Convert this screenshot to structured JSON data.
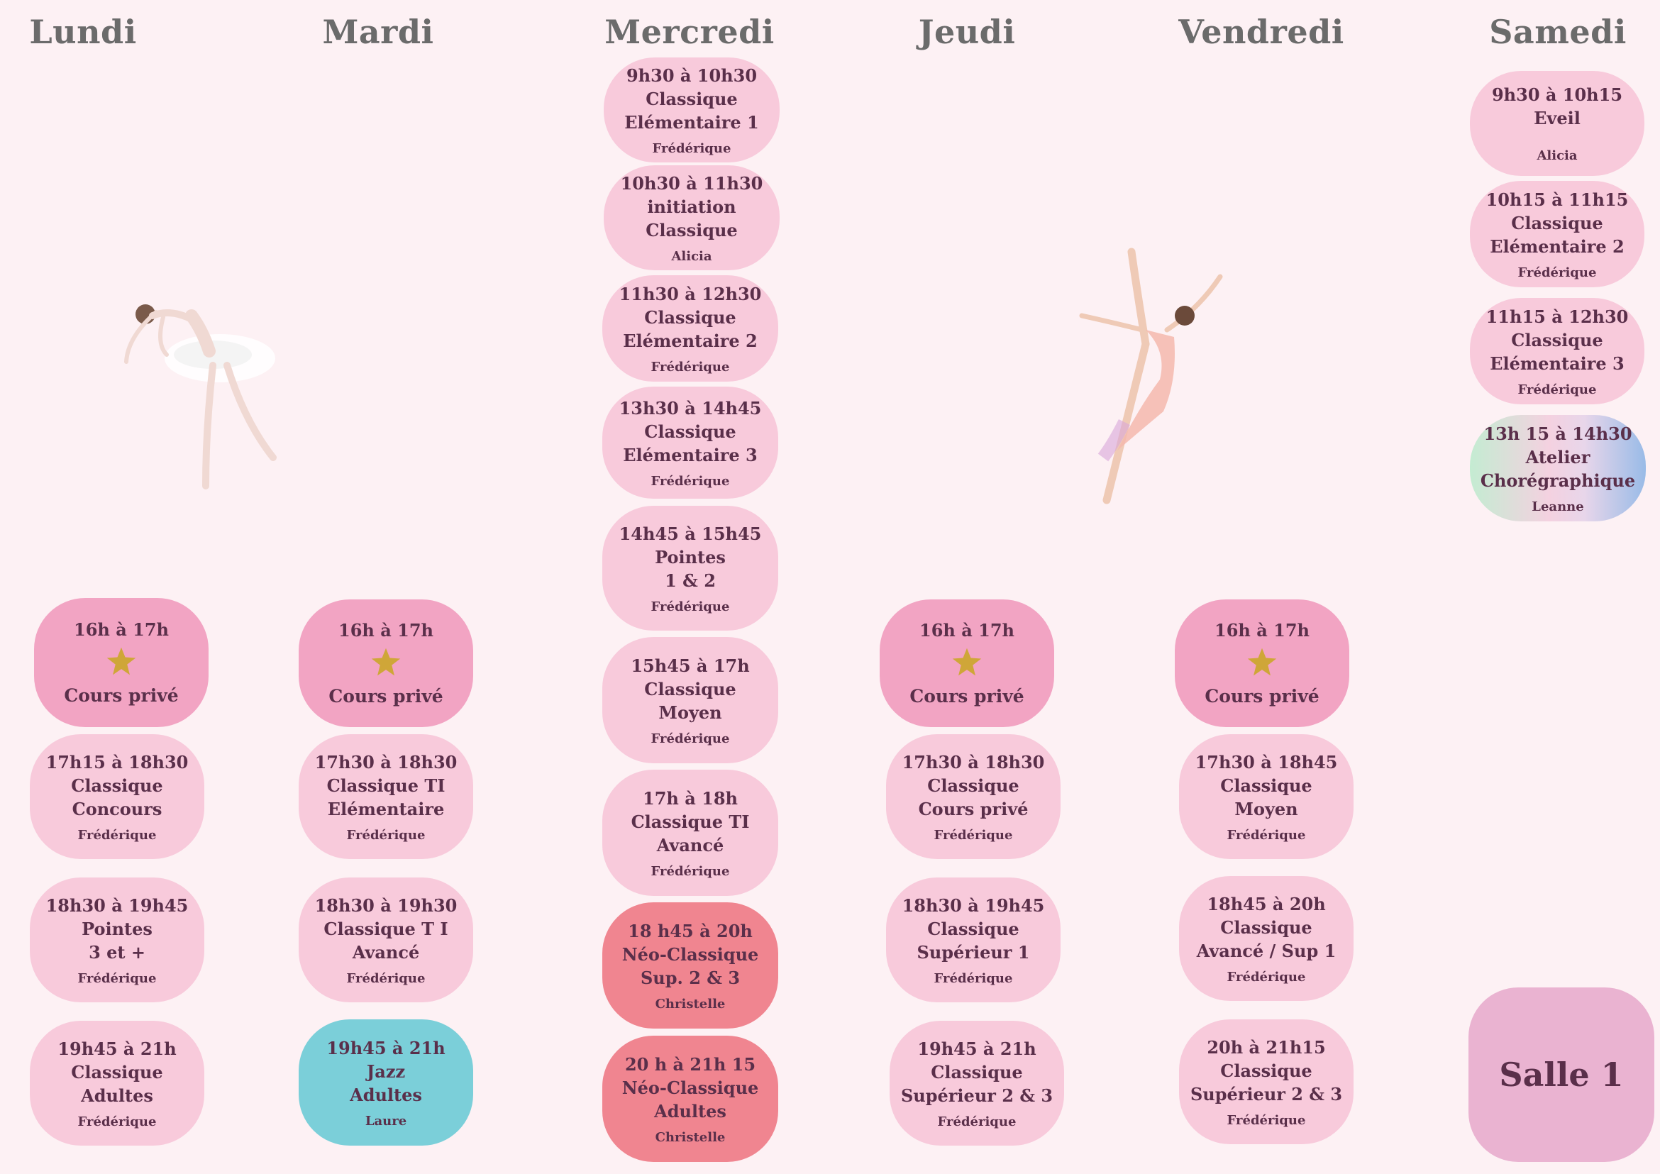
{
  "days": [
    "Lundi",
    "Mardi",
    "Mercredi",
    "Jeudi",
    "Vendredi",
    "Samedi"
  ],
  "private_label": "Cours privé",
  "room_label": "Salle 1",
  "colors": {
    "background": "#fdf1f4",
    "class_pill": "#f8cadb",
    "private_pill": "#f2a4c3",
    "jazz_pill": "#7bcfd9",
    "neo_classique_pill": "#f08590",
    "room_badge": "#eab3d1",
    "text": "#5a2f4a"
  },
  "icons": [
    "gold-star-icon",
    "ballerina-tutu-image",
    "ballerina-leap-image"
  ],
  "schedule": {
    "lundi": [
      {
        "time": "16h à 17h",
        "l2": "Cours privé"
      },
      {
        "time": "17h15 à 18h30",
        "l1": "Classique",
        "l2": "Concours",
        "teacher": "Frédérique"
      },
      {
        "time": "18h30 à 19h45",
        "l1": "Pointes",
        "l2": "3 et +",
        "teacher": "Frédérique"
      },
      {
        "time": "19h45 à 21h",
        "l1": "Classique",
        "l2": "Adultes",
        "teacher": "Frédérique"
      }
    ],
    "mardi": [
      {
        "time": "16h à 17h",
        "l2": "Cours privé"
      },
      {
        "time": "17h30 à 18h30",
        "l1": "Classique TI",
        "l2": "Elémentaire",
        "teacher": "Frédérique"
      },
      {
        "time": "18h30 à 19h30",
        "l1": "Classique T I",
        "l2": "Avancé",
        "teacher": "Frédérique"
      },
      {
        "time": "19h45 à 21h",
        "l1": "Jazz",
        "l2": "Adultes",
        "teacher": "Laure"
      }
    ],
    "mercredi": [
      {
        "time": "9h30 à 10h30",
        "l1": "Classique",
        "l2": "Elémentaire 1",
        "teacher": "Frédérique"
      },
      {
        "time": "10h30 à 11h30",
        "l1": "initiation",
        "l2": "Classique",
        "teacher": "Alicia"
      },
      {
        "time": "11h30 à 12h30",
        "l1": "Classique",
        "l2": "Elémentaire 2",
        "teacher": "Frédérique"
      },
      {
        "time": "13h30 à 14h45",
        "l1": "Classique",
        "l2": "Elémentaire 3",
        "teacher": "Frédérique"
      },
      {
        "time": "14h45 à 15h45",
        "l1": "Pointes",
        "l2": "1 & 2",
        "teacher": "Frédérique"
      },
      {
        "time": "15h45  à 17h",
        "l1": "Classique",
        "l2": "Moyen",
        "teacher": "Frédérique"
      },
      {
        "time": "17h à 18h",
        "l1": "Classique TI",
        "l2": "Avancé",
        "teacher": "Frédérique"
      },
      {
        "time": "18 h45 à 20h",
        "l1": "Néo-Classique",
        "l2": "Sup. 2 & 3",
        "teacher": "Christelle"
      },
      {
        "time": "20 h à 21h 15",
        "l1": "Néo-Classique",
        "l2": "Adultes",
        "teacher": "Christelle"
      }
    ],
    "jeudi": [
      {
        "time": "16h à 17h",
        "l2": "Cours privé"
      },
      {
        "time": "17h30 à 18h30",
        "l1": "Classique",
        "l2": "Cours privé",
        "teacher": "Frédérique"
      },
      {
        "time": "18h30 à 19h45",
        "l1": "Classique",
        "l2": "Supérieur 1",
        "teacher": "Frédérique"
      },
      {
        "time": "19h45 à  21h",
        "l1": "Classique",
        "l2": "Supérieur 2 & 3",
        "teacher": "Frédérique"
      }
    ],
    "vendredi": [
      {
        "time": "16h à 17h",
        "l2": "Cours privé"
      },
      {
        "time": "17h30 à 18h45",
        "l1": "Classique",
        "l2": "Moyen",
        "teacher": "Frédérique"
      },
      {
        "time": "18h45 à 20h",
        "l1": "Classique",
        "l2": "Avancé / Sup 1",
        "teacher": "Frédérique"
      },
      {
        "time": "20h  à 21h15",
        "l1": "Classique",
        "l2": "Supérieur  2 & 3",
        "teacher": "Frédérique"
      }
    ],
    "samedi": [
      {
        "time": "9h30 à 10h15",
        "l1": "Eveil",
        "teacher": "Alicia"
      },
      {
        "time": "10h15 à 11h15",
        "l1": "Classique",
        "l2": "Elémentaire 2",
        "teacher": "Frédérique"
      },
      {
        "time": "11h15 à 12h30",
        "l1": "Classique",
        "l2": "Elémentaire 3",
        "teacher": "Frédérique"
      },
      {
        "time": "13h 15 à 14h30",
        "l1": "Atelier",
        "l2": "Chorégraphique",
        "teacher": "Leanne"
      }
    ]
  }
}
